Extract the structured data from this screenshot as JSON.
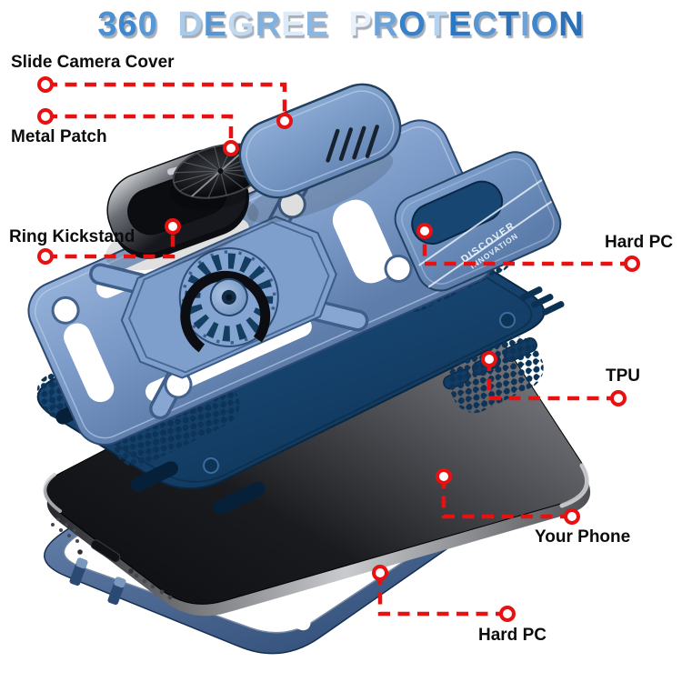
{
  "title": {
    "text": "360 DEGREE PROTECTION",
    "letter_colors": [
      "#4b90d4",
      "#3c87cf",
      "#5898d6",
      "#a9cbe9",
      "#5795d3",
      "#c3d9ef",
      "#7fb0e0",
      "#dcebf7",
      "#8ab7e3",
      "#e9f2fa",
      "#6ba3da",
      "#3781ca",
      "#b5d3ee",
      "#2b77c3",
      "#5795d3",
      "#2b72bd",
      "#6ba3da",
      "#3f86cd",
      "#2a6fb8"
    ],
    "shadow_color": "#a9aeb6"
  },
  "callouts": {
    "slide_camera_cover": {
      "label": "Slide Camera Cover"
    },
    "metal_patch": {
      "label": "Metal Patch"
    },
    "ring_kickstand": {
      "label": "Ring Kickstand"
    },
    "hard_pc_top": {
      "label": "Hard PC"
    },
    "tpu": {
      "label": "TPU"
    },
    "your_phone": {
      "label": "Your Phone"
    },
    "hard_pc_bottom": {
      "label": "Hard PC"
    }
  },
  "case_branding": {
    "line1": "DISCOVER",
    "line2": "INNOVATION"
  },
  "colors": {
    "accent_red": "#e81111",
    "hard_pc_plate_blue": "#7897c5",
    "slide_cover_blue": "#8fafd8",
    "tpu_navy": "#174672",
    "frame_steel_blue": "#5a76a0",
    "phone_dark": "#0b0c0e",
    "phone_gray": "#98999d",
    "metal_black": "#0c0d10",
    "label_text": "#0c0c0c"
  }
}
